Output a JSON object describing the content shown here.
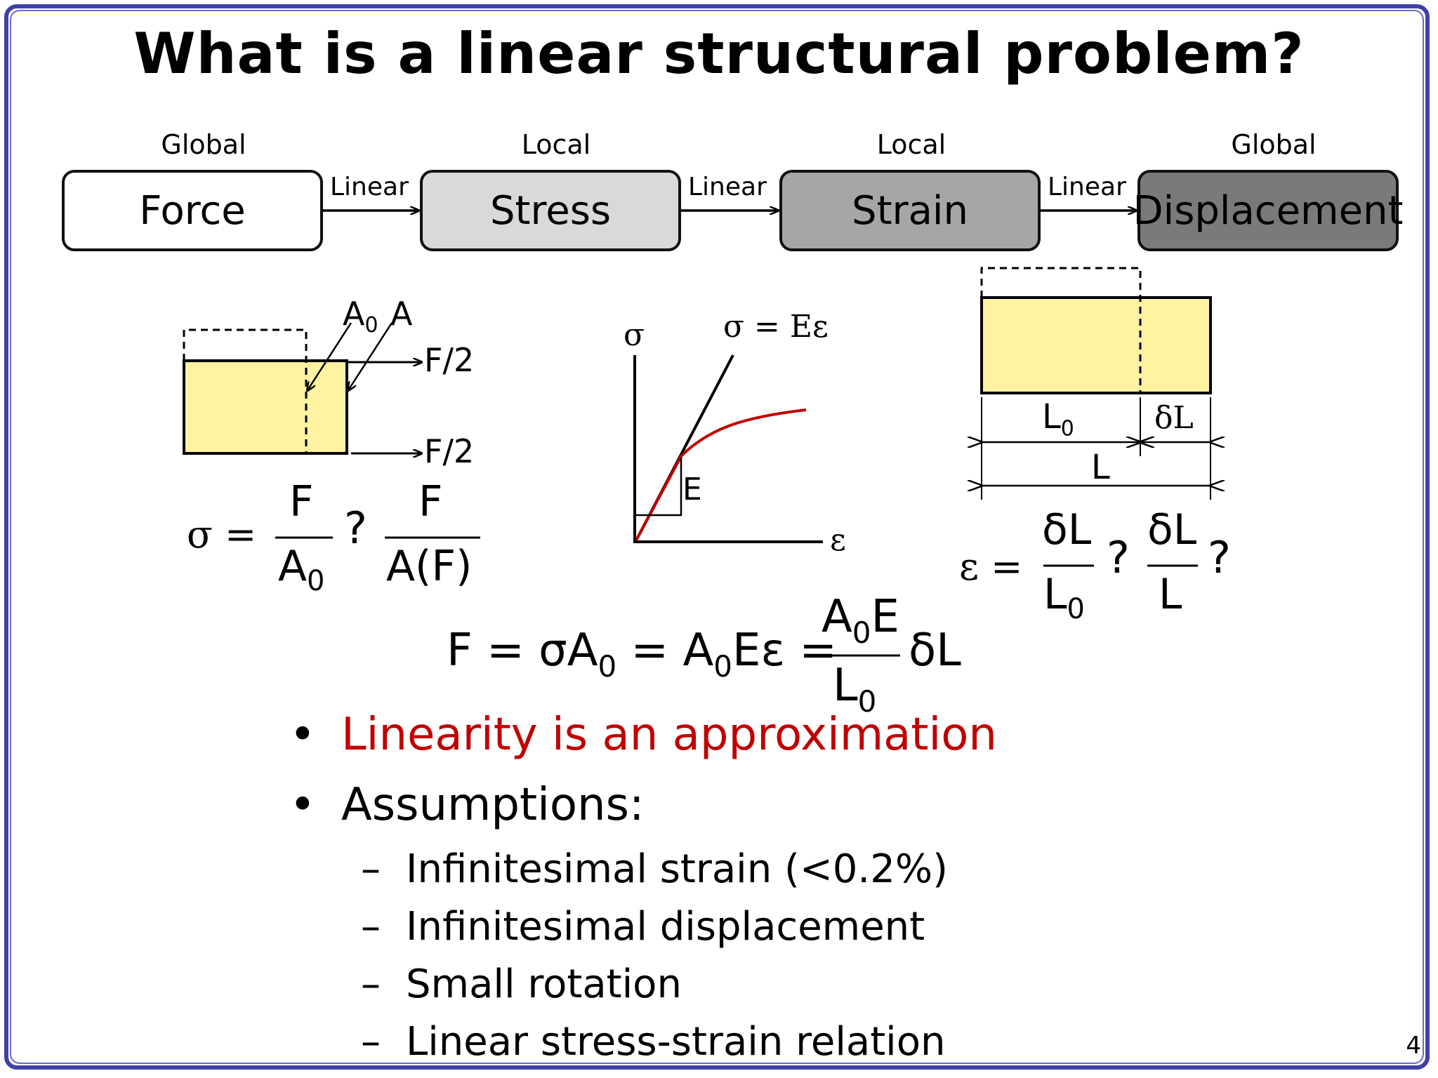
{
  "title": "What is a linear structural problem?",
  "flow": {
    "scopes": [
      "Global",
      "Local",
      "Local",
      "Global"
    ],
    "boxes": [
      "Force",
      "Stress",
      "Strain",
      "Displacement"
    ],
    "link_label": "Linear",
    "box_colors": [
      "#ffffff",
      "#d9d9db",
      "#a6a6a8",
      "#7a7a7c"
    ]
  },
  "left_diagram": {
    "area_labels": [
      "A",
      "0",
      "A"
    ],
    "force_labels": [
      "F/2",
      "F/2"
    ],
    "fill_color": "#fff2a0",
    "equation": {
      "lhs": "σ =",
      "num1": "F",
      "den1": "A",
      "den1_sub": "0",
      "q": "?",
      "num2": "F",
      "den2": "A(F)"
    }
  },
  "graph": {
    "y_label": "σ",
    "x_label": "ε",
    "line_label": "σ = Eε",
    "slope_label": "E",
    "curve_color": "#c00000"
  },
  "right_diagram": {
    "dims": [
      "L",
      "0",
      "δL",
      "L"
    ],
    "equation": {
      "lhs": "ε =",
      "num1": "δL",
      "den1": "L",
      "den1_sub": "0",
      "q1": "?",
      "num2": "δL",
      "den2": "L",
      "q2": "?"
    }
  },
  "main_equation": {
    "part1": "F = σA",
    "sub1": "0",
    "part2": "= A",
    "sub2": "0",
    "part3": "Eε =",
    "num": "A",
    "num_sub": "0",
    "num_tail": "E",
    "den": "L",
    "den_sub": "0",
    "tail": "δL"
  },
  "bullets": {
    "items": [
      {
        "text": "Linearity is an approximation",
        "color": "#c00000"
      },
      {
        "text": "Assumptions:",
        "color": "#000000"
      }
    ],
    "sub_items": [
      "Infinitesimal strain (<0.2%)",
      "Infinitesimal displacement",
      "Small rotation",
      "Linear stress-strain relation"
    ],
    "bullet_glyph": "•",
    "dash_glyph": "–"
  },
  "page_number": "4"
}
